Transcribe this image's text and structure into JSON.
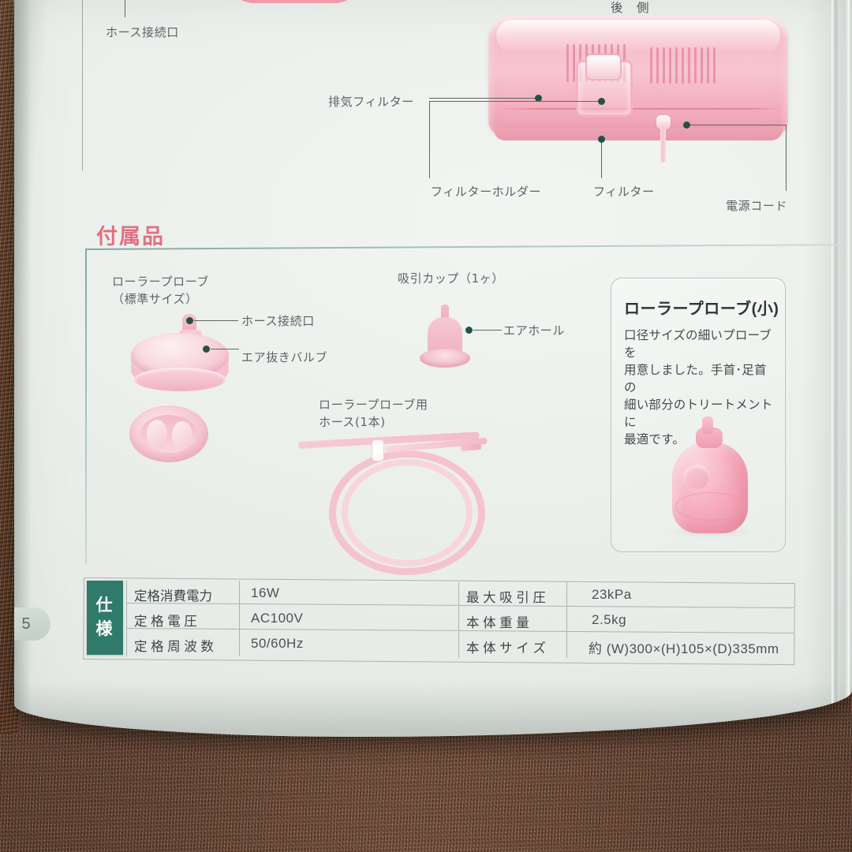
{
  "page": {
    "number": "5",
    "sections": {
      "diagram_top": {
        "view_label": "後　側",
        "callouts": [
          {
            "id": "hose-port-top",
            "text": "ホース接続口"
          },
          {
            "id": "exhaust-filter",
            "text": "排気フィルター"
          },
          {
            "id": "filter-holder",
            "text": "フィルターホルダー"
          },
          {
            "id": "filter",
            "text": "フィルター"
          },
          {
            "id": "power-cord",
            "text": "電源コード"
          }
        ]
      },
      "accessories": {
        "heading": "付属品",
        "items": [
          {
            "id": "roller-probe-standard",
            "title_line1": "ローラープローブ",
            "title_line2": "（標準サイズ）",
            "callouts": [
              {
                "id": "hose-port",
                "text": "ホース接続口"
              },
              {
                "id": "air-release-valve",
                "text": "エア抜きバルブ"
              }
            ]
          },
          {
            "id": "suction-cup",
            "title_line1": "吸引カップ（1ヶ）",
            "callouts": [
              {
                "id": "air-hole",
                "text": "エアホール"
              }
            ]
          },
          {
            "id": "roller-probe-hose",
            "title_line1": "ローラープローブ用",
            "title_line2": "ホース(1本)",
            "callouts": []
          }
        ],
        "card": {
          "title": "ローラープローブ(小)",
          "body_lines": [
            "口径サイズの細いプローブを",
            "用意しました。手首･足首の",
            "細い部分のトリートメントに",
            "最適です。"
          ]
        }
      },
      "spec_table": {
        "badge_line1": "仕",
        "badge_line2": "様",
        "left_rows": [
          {
            "key": "定格消費電力",
            "value": "16W"
          },
          {
            "key": "定 格 電 圧",
            "value": "AC100V"
          },
          {
            "key": "定 格 周 波 数",
            "value": "50/60Hz"
          }
        ],
        "right_rows": [
          {
            "key": "最 大 吸 引 圧",
            "value": "23kPa"
          },
          {
            "key": "本 体 重 量",
            "value": "2.5kg"
          },
          {
            "key": "本 体 サ イ ズ",
            "value": "約 (W)300×(H)105×(D)335mm"
          }
        ]
      }
    },
    "colors": {
      "heading_pink": "#e0707f",
      "badge_green": "#2f7a6a",
      "rule_green": "#7fa9a1",
      "callout_dot": "#23514a",
      "paper": "#eef2ef",
      "carpet": "#7a4c33"
    }
  }
}
